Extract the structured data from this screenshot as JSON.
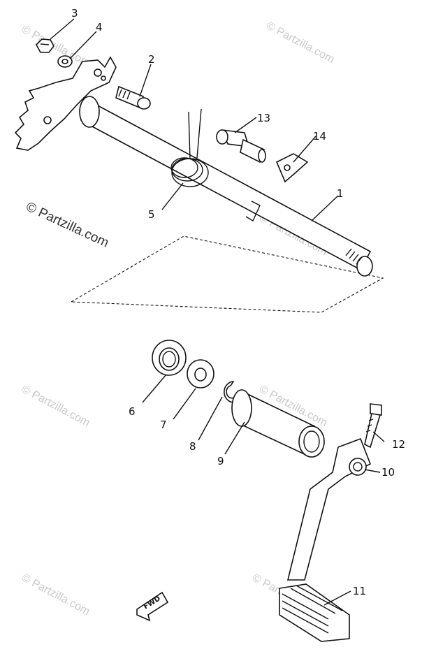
{
  "diagram": {
    "callouts": [
      {
        "id": "1",
        "label": "1"
      },
      {
        "id": "2",
        "label": "2"
      },
      {
        "id": "3",
        "label": "3"
      },
      {
        "id": "4",
        "label": "4"
      },
      {
        "id": "5",
        "label": "5"
      },
      {
        "id": "6",
        "label": "6"
      },
      {
        "id": "7",
        "label": "7"
      },
      {
        "id": "8",
        "label": "8"
      },
      {
        "id": "9",
        "label": "9"
      },
      {
        "id": "10",
        "label": "10"
      },
      {
        "id": "11",
        "label": "11"
      },
      {
        "id": "12",
        "label": "12"
      },
      {
        "id": "13",
        "label": "13"
      },
      {
        "id": "14",
        "label": "14"
      }
    ],
    "fwd_label": "FWD",
    "watermark_main": "© Partzilla.com",
    "watermark_small": "© Partzilla.com"
  }
}
